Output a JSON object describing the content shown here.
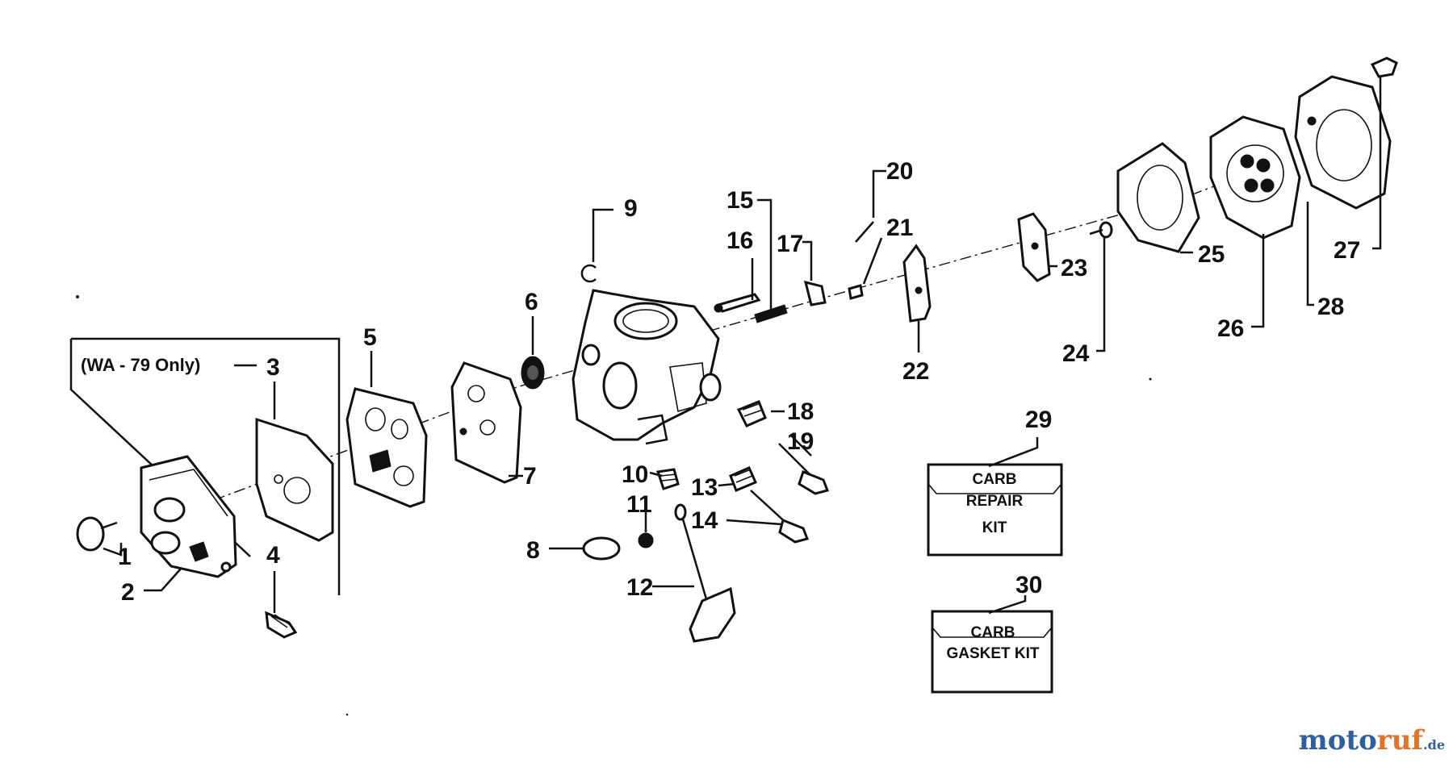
{
  "diagram": {
    "note": "(WA - 79 Only)",
    "callouts": [
      "1",
      "2",
      "3",
      "4",
      "5",
      "6",
      "7",
      "8",
      "9",
      "10",
      "11",
      "12",
      "13",
      "14",
      "15",
      "16",
      "17",
      "18",
      "19",
      "20",
      "21",
      "22",
      "23",
      "24",
      "25",
      "26",
      "27",
      "28",
      "29",
      "30"
    ],
    "kits": {
      "repair": {
        "line1": "CARB",
        "line2": "REPAIR",
        "line3": "KIT"
      },
      "gasket": {
        "line1": "CARB",
        "line2": "GASKET KIT"
      }
    }
  },
  "watermark": {
    "part1": "moto",
    "part2": "ruf",
    "suffix": ".de"
  }
}
